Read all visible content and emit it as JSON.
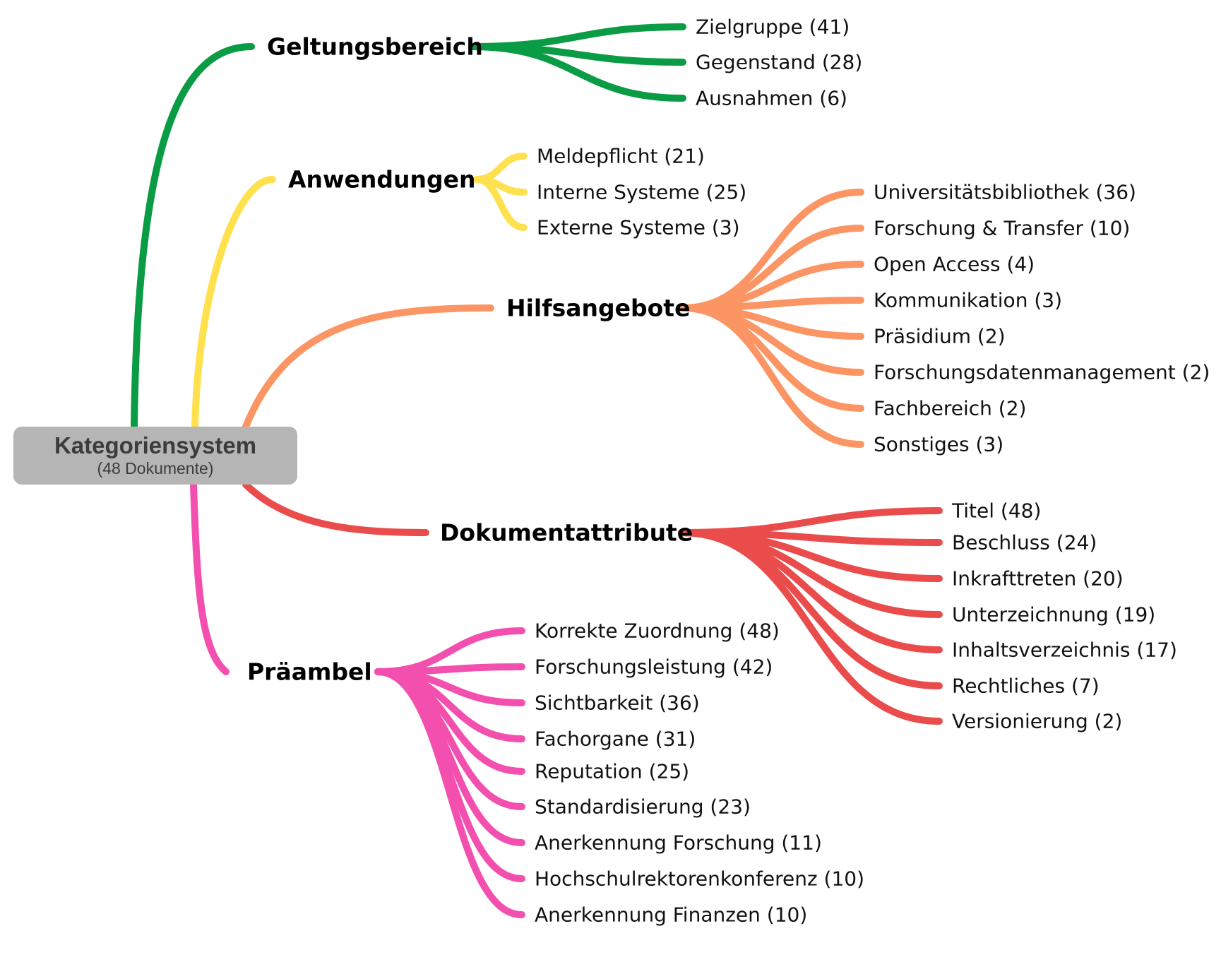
{
  "root": {
    "title": "Kategoriensystem",
    "subtitle": "(48 Dokumente)"
  },
  "branches": [
    {
      "id": "geltungsbereich",
      "label": "Geltungsbereich",
      "color": "#0a9b45",
      "children": [
        "Zielgruppe (41)",
        "Gegenstand (28)",
        "Ausnahmen (6)"
      ]
    },
    {
      "id": "anwendungen",
      "label": "Anwendungen",
      "color": "#ffe04d",
      "children": [
        "Meldepflicht (21)",
        "Interne Systeme (25)",
        "Externe Systeme (3)"
      ]
    },
    {
      "id": "hilfsangebote",
      "label": "Hilfsangebote",
      "color": "#fc9564",
      "children": [
        "Universitätsbibliothek (36)",
        "Forschung & Transfer (10)",
        "Open Access (4)",
        "Kommunikation (3)",
        "Präsidium (2)",
        "Forschungsdatenmanagement (2)",
        "Fachbereich (2)",
        "Sonstiges (3)"
      ]
    },
    {
      "id": "dokumentattribute",
      "label": "Dokumentattribute",
      "color": "#ea4c4c",
      "children": [
        "Titel (48)",
        "Beschluss (24)",
        "Inkrafttreten (20)",
        "Unterzeichnung (19)",
        "Inhaltsverzeichnis (17)",
        "Rechtliches (7)",
        "Versionierung (2)"
      ]
    },
    {
      "id": "praeambel",
      "label": "Präambel",
      "color": "#f34fae",
      "children": [
        "Korrekte Zuordnung (48)",
        "Forschungsleistung (42)",
        "Sichtbarkeit (36)",
        "Fachorgane (31)",
        "Reputation (25)",
        "Standardisierung (23)",
        "Anerkennung Forschung (11)",
        "Hochschulrektorenkonferenz (10)",
        "Anerkennung Finanzen (10)"
      ]
    }
  ]
}
